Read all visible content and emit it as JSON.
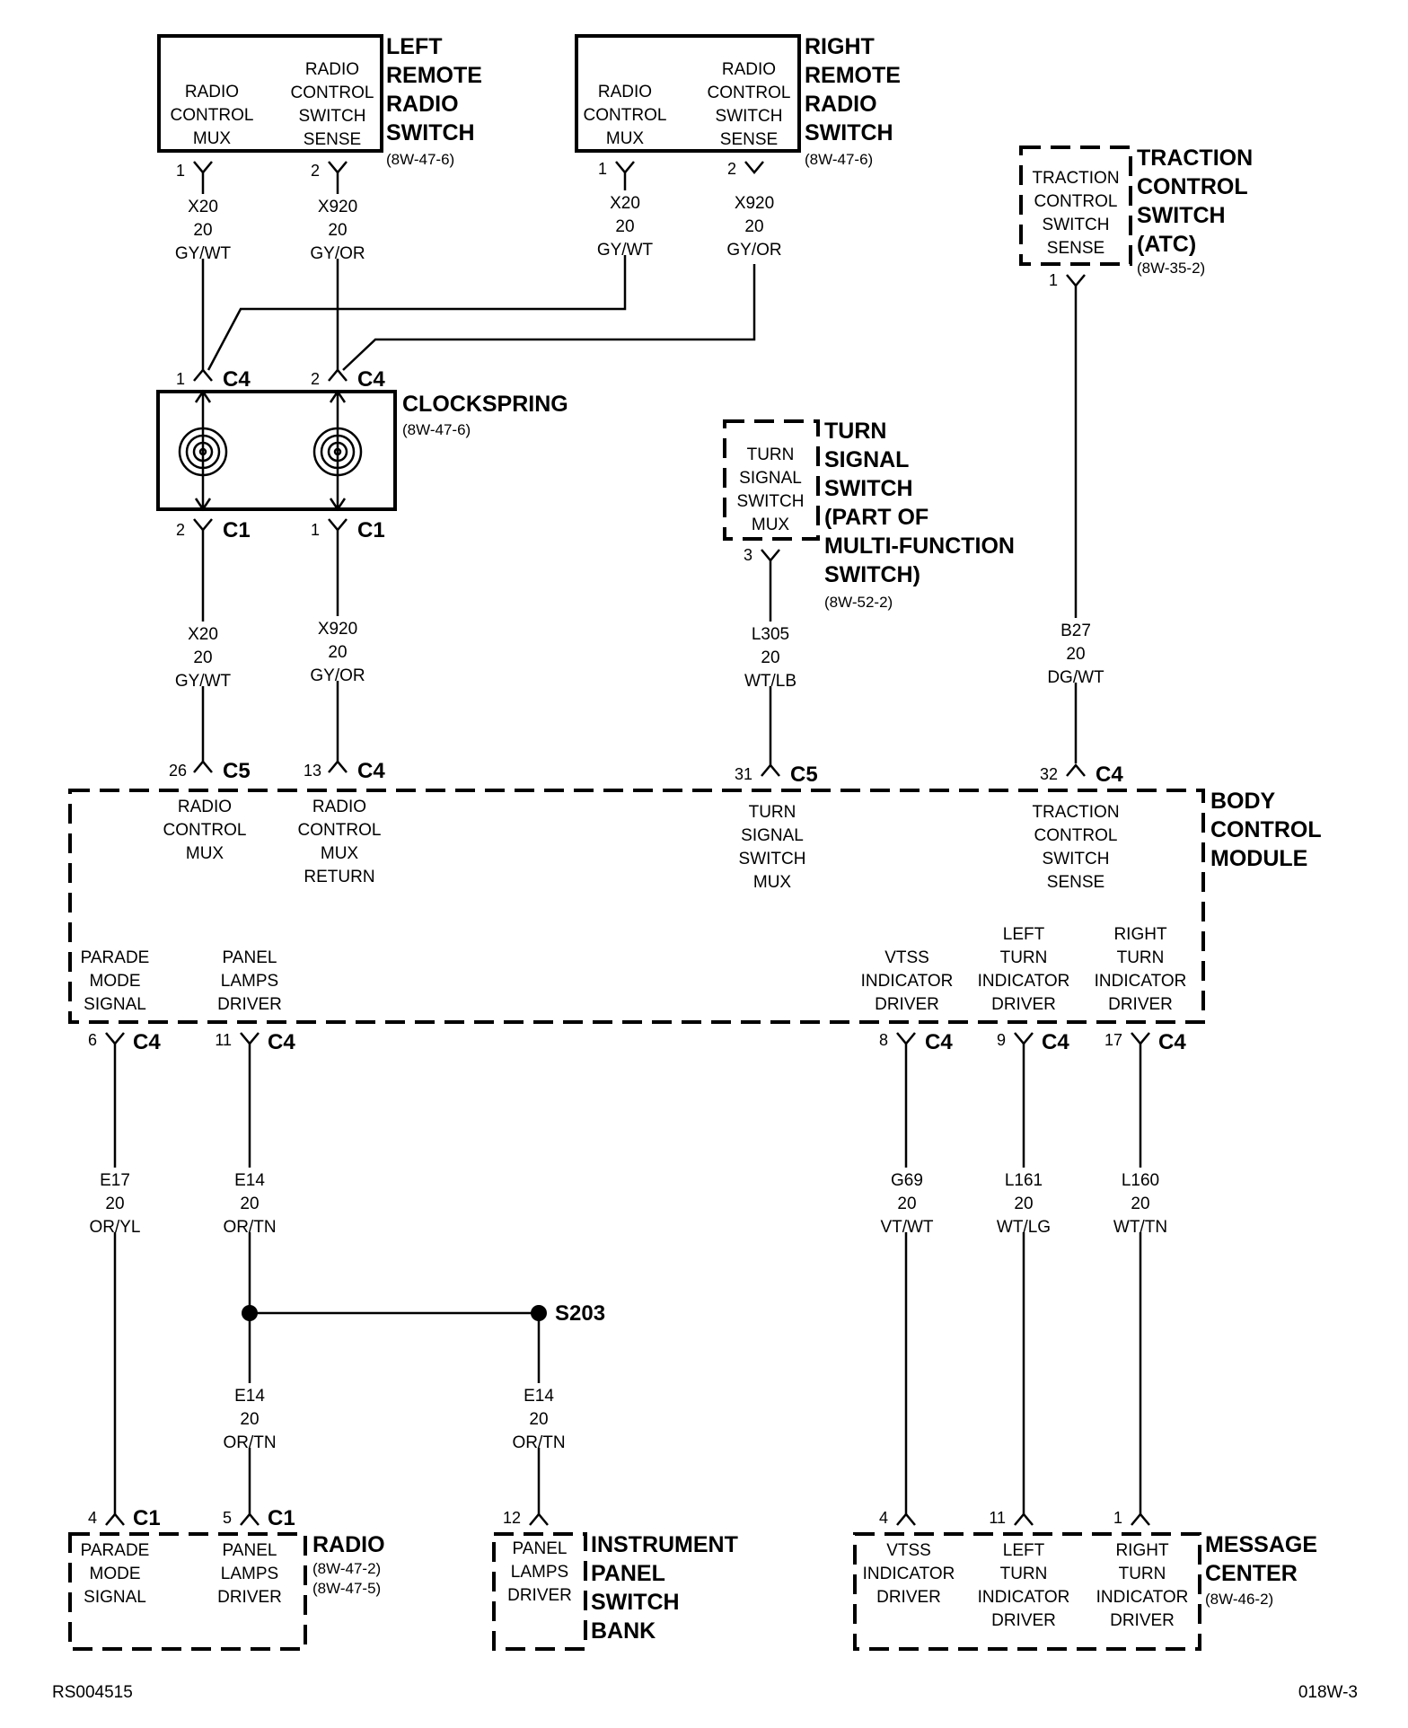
{
  "components": {
    "left_remote": {
      "title": [
        "LEFT",
        "REMOTE",
        "RADIO",
        "SWITCH"
      ],
      "ref": "(8W-47-6)",
      "circuits": [
        [
          "RADIO",
          "CONTROL",
          "MUX"
        ],
        [
          "RADIO",
          "CONTROL",
          "SWITCH",
          "SENSE"
        ]
      ]
    },
    "right_remote": {
      "title": [
        "RIGHT",
        "REMOTE",
        "RADIO",
        "SWITCH"
      ],
      "ref": "(8W-47-6)",
      "circuits": [
        [
          "RADIO",
          "CONTROL",
          "MUX"
        ],
        [
          "RADIO",
          "CONTROL",
          "SWITCH",
          "SENSE"
        ]
      ]
    },
    "traction": {
      "title": [
        "TRACTION",
        "CONTROL",
        "SWITCH",
        "(ATC)"
      ],
      "ref": "(8W-35-2)",
      "circuits": [
        [
          "TRACTION",
          "CONTROL",
          "SWITCH",
          "SENSE"
        ]
      ]
    },
    "clockspring": {
      "title": [
        "CLOCKSPRING"
      ],
      "ref": "(8W-47-6)"
    },
    "turn_signal": {
      "title": [
        "TURN",
        "SIGNAL",
        "SWITCH",
        "(PART OF",
        "MULTI-FUNCTION",
        "SWITCH)"
      ],
      "ref": "(8W-52-2)",
      "circuits": [
        [
          "TURN",
          "SIGNAL",
          "SWITCH",
          "MUX"
        ]
      ]
    },
    "bcm": {
      "title": [
        "BODY",
        "CONTROL",
        "MODULE"
      ],
      "top_circuits": [
        [
          "RADIO",
          "CONTROL",
          "MUX"
        ],
        [
          "RADIO",
          "CONTROL",
          "MUX",
          "RETURN"
        ],
        [
          "TURN",
          "SIGNAL",
          "SWITCH",
          "MUX"
        ],
        [
          "TRACTION",
          "CONTROL",
          "SWITCH",
          "SENSE"
        ]
      ],
      "bottom_circuits": [
        [
          "PARADE",
          "MODE",
          "SIGNAL"
        ],
        [
          "PANEL",
          "LAMPS",
          "DRIVER"
        ],
        [
          "VTSS",
          "INDICATOR",
          "DRIVER"
        ],
        [
          "LEFT",
          "TURN",
          "INDICATOR",
          "DRIVER"
        ],
        [
          "RIGHT",
          "TURN",
          "INDICATOR",
          "DRIVER"
        ]
      ]
    },
    "radio": {
      "title": [
        "RADIO"
      ],
      "refs": [
        "(8W-47-2)",
        "(8W-47-5)"
      ],
      "circuits": [
        [
          "PARADE",
          "MODE",
          "SIGNAL"
        ],
        [
          "PANEL",
          "LAMPS",
          "DRIVER"
        ]
      ]
    },
    "ipsb": {
      "title": [
        "INSTRUMENT",
        "PANEL",
        "SWITCH",
        "BANK"
      ],
      "circuits": [
        [
          "PANEL",
          "LAMPS",
          "DRIVER"
        ]
      ]
    },
    "message_center": {
      "title": [
        "MESSAGE",
        "CENTER"
      ],
      "ref": "(8W-46-2)",
      "circuits": [
        [
          "VTSS",
          "INDICATOR",
          "DRIVER"
        ],
        [
          "LEFT",
          "TURN",
          "INDICATOR",
          "DRIVER"
        ],
        [
          "RIGHT",
          "TURN",
          "INDICATOR",
          "DRIVER"
        ]
      ]
    }
  },
  "wires": {
    "lr_x20": [
      "X20",
      "20",
      "GY/WT"
    ],
    "lr_x920": [
      "X920",
      "20",
      "GY/OR"
    ],
    "rr_x20": [
      "X20",
      "20",
      "GY/WT"
    ],
    "rr_x920": [
      "X920",
      "20",
      "GY/OR"
    ],
    "cs_x20": [
      "X20",
      "20",
      "GY/WT"
    ],
    "cs_x920": [
      "X920",
      "20",
      "GY/OR"
    ],
    "l305": [
      "L305",
      "20",
      "WT/LB"
    ],
    "b27": [
      "B27",
      "20",
      "DG/WT"
    ],
    "e17": [
      "E17",
      "20",
      "OR/YL"
    ],
    "e14_a": [
      "E14",
      "20",
      "OR/TN"
    ],
    "e14_b": [
      "E14",
      "20",
      "OR/TN"
    ],
    "e14_c": [
      "E14",
      "20",
      "OR/TN"
    ],
    "g69": [
      "G69",
      "20",
      "VT/WT"
    ],
    "l161": [
      "L161",
      "20",
      "WT/LG"
    ],
    "l160": [
      "L160",
      "20",
      "WT/TN"
    ]
  },
  "pins": {
    "lr1": "1",
    "lr2": "2",
    "rr1": "1",
    "rr2": "2",
    "tc1": "1",
    "cs_top1": "1",
    "cs_top2": "2",
    "cs_bot2": "2",
    "cs_bot1": "1",
    "ts3": "3",
    "bcm26": "26",
    "bcm13": "13",
    "bcm31": "31",
    "bcm32": "32",
    "bcm6": "6",
    "bcm11": "11",
    "bcm8": "8",
    "bcm9": "9",
    "bcm17": "17",
    "r4": "4",
    "r5": "5",
    "ip12": "12",
    "mc4": "4",
    "mc11": "11",
    "mc1": "1"
  },
  "connectors": {
    "cs_top1": "C4",
    "cs_top2": "C4",
    "cs_bot2": "C1",
    "cs_bot1": "C1",
    "bcm26": "C5",
    "bcm13": "C4",
    "bcm31": "C5",
    "bcm32": "C4",
    "bcm6": "C4",
    "bcm11": "C4",
    "bcm8": "C4",
    "bcm9": "C4",
    "bcm17": "C4",
    "r4": "C1",
    "r5": "C1"
  },
  "splice": "S203",
  "footer": {
    "left": "RS004515",
    "right": "018W-3"
  }
}
